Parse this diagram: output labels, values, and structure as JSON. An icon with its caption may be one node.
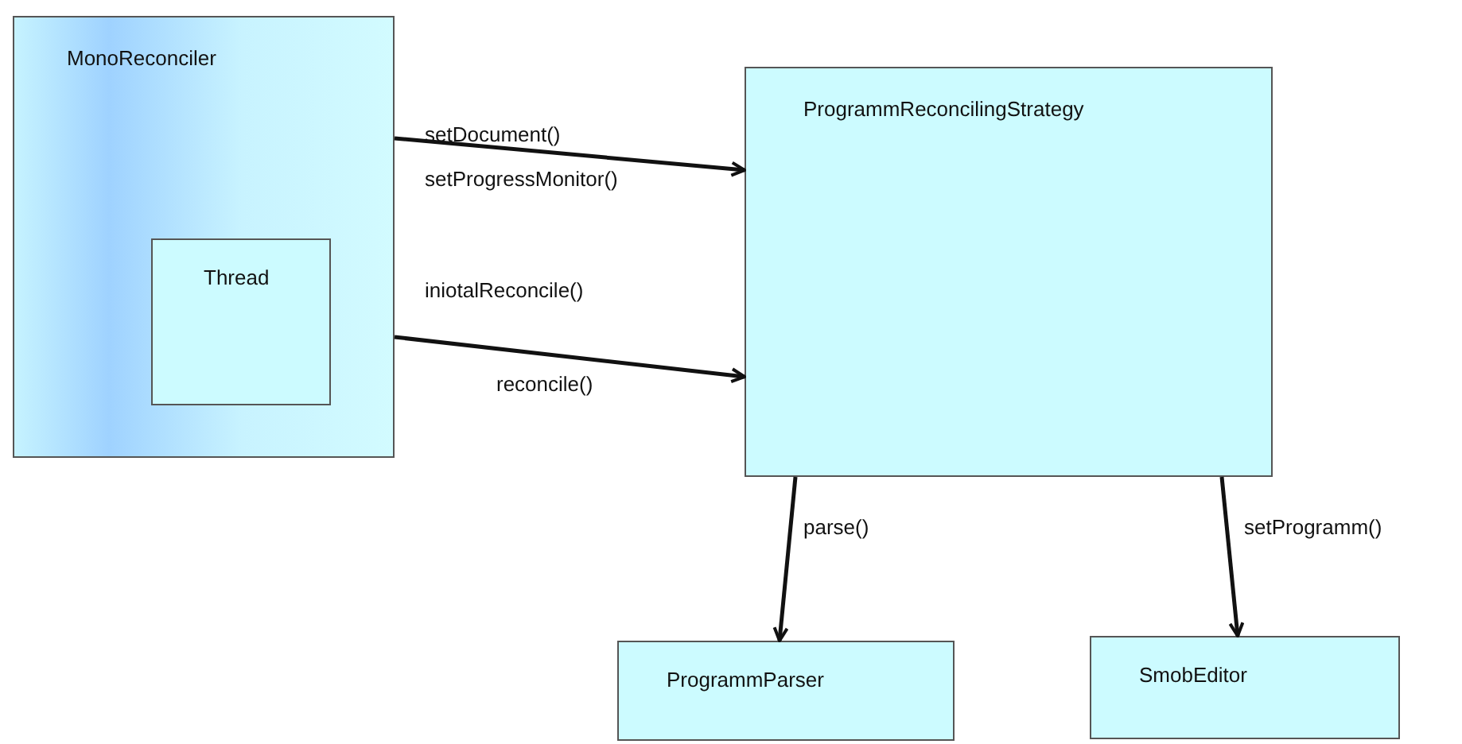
{
  "diagram": {
    "nodes": [
      {
        "text": [
          "MonoReconciler"
        ]
      },
      {
        "text": [
          "Thread"
        ],
        "in": 0
      },
      {
        "text": [
          "ProgrammReconcilingStrategy"
        ]
      },
      {
        "text": [
          "ProgrammParser"
        ]
      },
      {
        "text": [
          "SmobEditor"
        ]
      }
    ],
    "edges": [
      {
        "from": 0,
        "to": 2,
        "arrow": "to",
        "label": "setDocument()"
      },
      {
        "from": 0,
        "to": 2,
        "arrow": "to",
        "label": "iniotalReconcile()"
      },
      {
        "from": 2,
        "to": 3,
        "arrow": "to",
        "label": "parse()"
      },
      {
        "from": 2,
        "to": 4,
        "arrow": "to",
        "label": "setProgramm()"
      }
    ],
    "labels": [
      "setProgressMonitor()",
      "reconcile()"
    ]
  }
}
